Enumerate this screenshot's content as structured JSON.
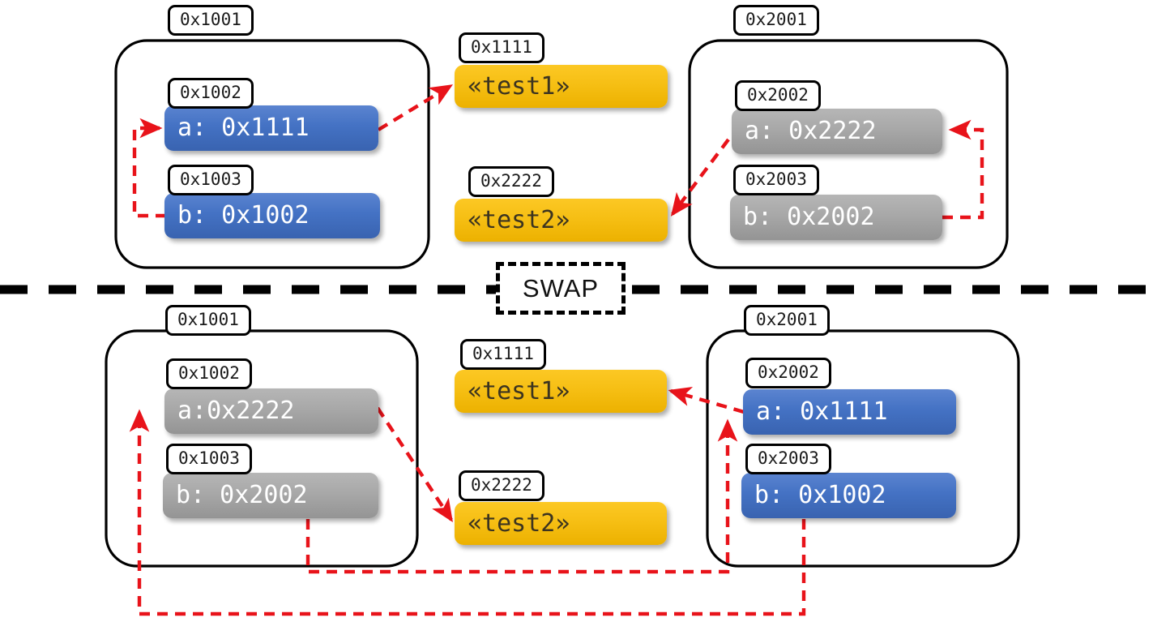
{
  "diagram": {
    "title": "SWAP",
    "divider_label": "SWAP",
    "colors": {
      "blue": "#4472c4",
      "gray": "#a6a6a6",
      "yellow": "#f6bf14",
      "arrow_red": "#e8131a",
      "outline_black": "#000000",
      "background": "#ffffff"
    }
  },
  "before": {
    "left_frame": {
      "address": "0x1001",
      "slots": [
        {
          "address": "0x1002",
          "value": "a: 0x1111",
          "style": "blue"
        },
        {
          "address": "0x1003",
          "value": "b: 0x1002",
          "style": "blue"
        }
      ]
    },
    "middle_objects": [
      {
        "address": "0x1111",
        "value": "«test1»",
        "style": "yellow"
      },
      {
        "address": "0x2222",
        "value": "«test2»",
        "style": "yellow"
      }
    ],
    "right_frame": {
      "address": "0x2001",
      "slots": [
        {
          "address": "0x2002",
          "value": "a: 0x2222",
          "style": "gray"
        },
        {
          "address": "0x2003",
          "value": "b: 0x2002",
          "style": "gray"
        }
      ]
    }
  },
  "after": {
    "left_frame": {
      "address": "0x1001",
      "slots": [
        {
          "address": "0x1002",
          "value": "a:0x2222",
          "style": "gray"
        },
        {
          "address": "0x1003",
          "value": "b: 0x2002",
          "style": "gray"
        }
      ]
    },
    "middle_objects": [
      {
        "address": "0x1111",
        "value": "«test1»",
        "style": "yellow"
      },
      {
        "address": "0x2222",
        "value": "«test2»",
        "style": "yellow"
      }
    ],
    "right_frame": {
      "address": "0x2001",
      "slots": [
        {
          "address": "0x2002",
          "value": "a: 0x1111",
          "style": "blue"
        },
        {
          "address": "0x2003",
          "value": "b: 0x1002",
          "style": "blue"
        }
      ]
    }
  }
}
